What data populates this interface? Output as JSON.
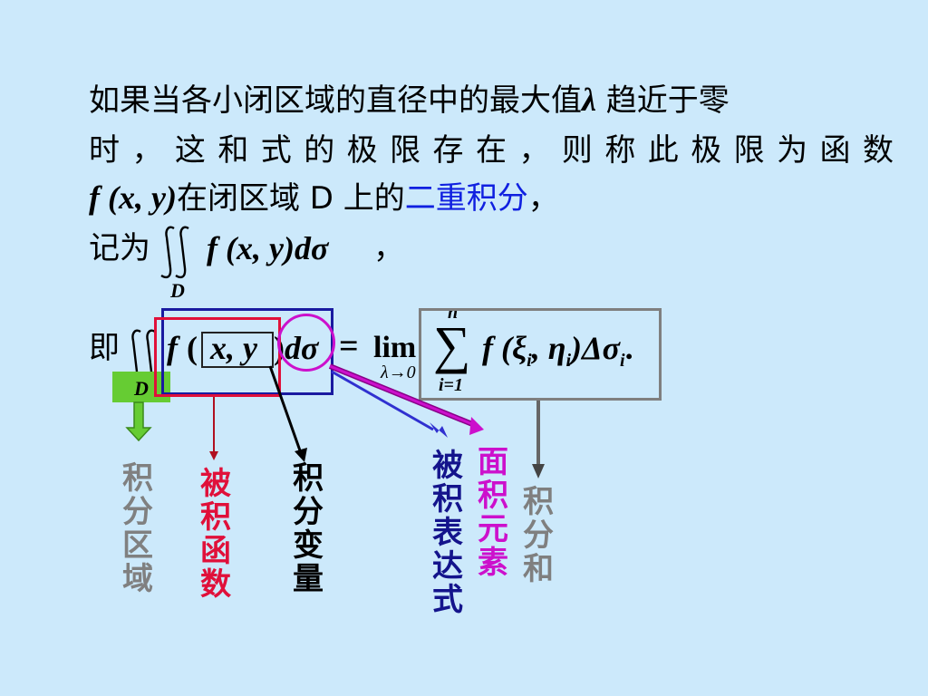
{
  "text": {
    "line1": "如果当各小闭区域的直径中的最大值",
    "lambda": "λ",
    "line1_tail": "趋近于零",
    "line2": "时，这和式的极限存在，则称此极限为函数",
    "line3_func": "f (x, y)",
    "line3_mid": "在闭区域",
    "line3_D": "D",
    "line3_tail": "上的",
    "line3_link": "二重积分",
    "line3_comma": "，",
    "line4_prefix": "记为",
    "line4_expr": "f (x, y)dσ",
    "line4_comma": "，",
    "sub_D": "D",
    "formula_prefix": "即",
    "formula_f": "f",
    "formula_lparen": "(",
    "formula_xy": "x, y",
    "formula_rparen": ")",
    "formula_dsigma": "dσ",
    "formula_eq": "=",
    "formula_lim": "lim",
    "formula_lim_sub": "λ→0",
    "formula_sum_top": "n",
    "formula_sum_bottom": "i=1",
    "formula_sum_body": "f (ξ",
    "formula_i1": "i",
    "formula_eta": ", η",
    "formula_i2": "i",
    "formula_delta": ")Δσ",
    "formula_i3": "i",
    "formula_period": "."
  },
  "labels": [
    {
      "text": "积分区域",
      "color": "#808080"
    },
    {
      "text": "被积函数",
      "color": "#e0103a"
    },
    {
      "text": "积分变量",
      "color": "#000000"
    },
    {
      "text": "被积表达式",
      "color": "#14148c"
    },
    {
      "text": "面积元素",
      "color": "#cc10cc"
    },
    {
      "text": "积分和",
      "color": "#7f7f7f"
    }
  ],
  "colors": {
    "background": "#cce9fb",
    "domain_box": "#66cc33",
    "integrand_box": "#e0103a",
    "expression_box": "#1a1aa0",
    "element_circle": "#cc10cc",
    "sum_box": "#7f7f7f"
  }
}
